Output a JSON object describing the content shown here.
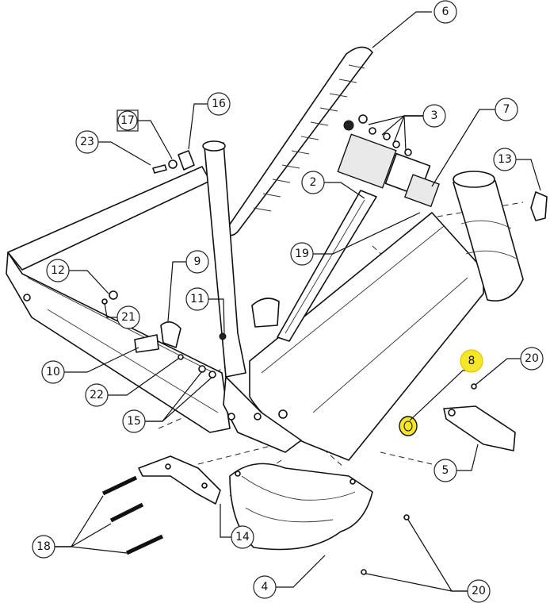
{
  "diagram": {
    "callouts": [
      {
        "id": "6",
        "label": "6",
        "highlight": false
      },
      {
        "id": "16",
        "label": "16",
        "highlight": false
      },
      {
        "id": "17",
        "label": "17",
        "highlight": false,
        "boxed": true
      },
      {
        "id": "23",
        "label": "23",
        "highlight": false
      },
      {
        "id": "3",
        "label": "3",
        "highlight": false
      },
      {
        "id": "7",
        "label": "7",
        "highlight": false
      },
      {
        "id": "2",
        "label": "2",
        "highlight": false
      },
      {
        "id": "13",
        "label": "13",
        "highlight": false
      },
      {
        "id": "19",
        "label": "19",
        "highlight": false
      },
      {
        "id": "12",
        "label": "12",
        "highlight": false
      },
      {
        "id": "9",
        "label": "9",
        "highlight": false
      },
      {
        "id": "11",
        "label": "11",
        "highlight": false
      },
      {
        "id": "21",
        "label": "21",
        "highlight": false
      },
      {
        "id": "10",
        "label": "10",
        "highlight": false
      },
      {
        "id": "22",
        "label": "22",
        "highlight": false
      },
      {
        "id": "15",
        "label": "15",
        "highlight": false
      },
      {
        "id": "8",
        "label": "8",
        "highlight": true
      },
      {
        "id": "20a",
        "label": "20",
        "highlight": false
      },
      {
        "id": "5",
        "label": "5",
        "highlight": false
      },
      {
        "id": "18",
        "label": "18",
        "highlight": false
      },
      {
        "id": "14",
        "label": "14",
        "highlight": false
      },
      {
        "id": "4",
        "label": "4",
        "highlight": false
      },
      {
        "id": "20b",
        "label": "20",
        "highlight": false
      }
    ],
    "colors": {
      "highlight_fill": "#f5e62b",
      "line": "#111111",
      "background": "#ffffff"
    }
  }
}
